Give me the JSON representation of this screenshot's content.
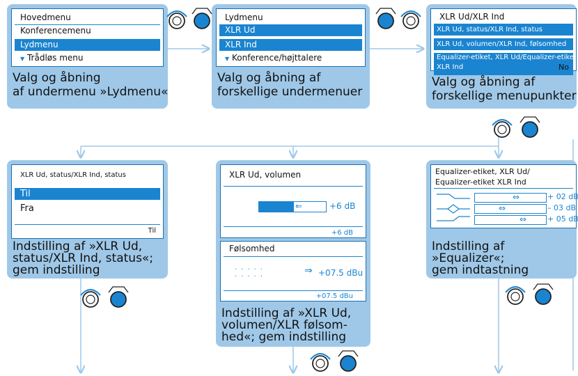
{
  "p1": {
    "rows": [
      "Hovedmenu",
      "Konferencemenu",
      "Lydmenu",
      "Trådløs menu"
    ],
    "caption": [
      "Valg og åbning",
      "af undermenu »Lydmenu«"
    ]
  },
  "p2": {
    "rows": [
      "Lydmenu",
      "XLR Ud",
      "XLR Ind",
      "Konference/højttalere"
    ],
    "caption": [
      "Valg og åbning af",
      "forskellige undermenuer"
    ]
  },
  "p3": {
    "rows": [
      "XLR Ud/XLR Ind",
      "XLR Ud, status/XLR Ind, status",
      "XLR Ud, volumen/XLR Ind, følsomhed",
      "Equalizer-etiket, XLR Ud/Equalizer-etiket,",
      "XLR Ind",
      "No"
    ],
    "caption": [
      "Valg og åbning af",
      "forskellige menupunkter"
    ]
  },
  "p4": {
    "header": "XLR Ud, status/XLR Ind, status",
    "opt1": "Til",
    "opt2": "Fra",
    "footer": "Til",
    "caption": [
      "Indstilling af »XLR Ud,",
      "status/XLR Ind, status«;",
      "gem indstilling"
    ]
  },
  "p5": {
    "header": "XLR Ud, volumen",
    "vol_value": "+6 dB",
    "vol_footer": "+6 dB",
    "header2": "Følsomhed",
    "sens_value": "+07.5 dBu",
    "sens_footer": "+07.5 dBu",
    "caption": [
      "Indstilling af »XLR Ud,",
      "volumen/XLR følsom-",
      "hed«; gem indstilling"
    ]
  },
  "p6": {
    "header": [
      "Equalizer-etiket, XLR Ud/",
      "Equalizer-etiket XLR Ind"
    ],
    "eq_values": [
      "+ 02 dB",
      "– 03 dB",
      "+ 05 dB"
    ],
    "eq_levels": [
      0.62,
      0.42,
      0.72
    ],
    "caption": [
      "Indstilling af",
      "»Equalizer«;",
      "gem indtastning"
    ]
  },
  "colors": {
    "panel": "#9fc8e8",
    "accent": "#1a84d0",
    "dark": "#1a6fb0"
  },
  "icons": [
    "rotate-knob-icon",
    "press-knob-icon"
  ]
}
